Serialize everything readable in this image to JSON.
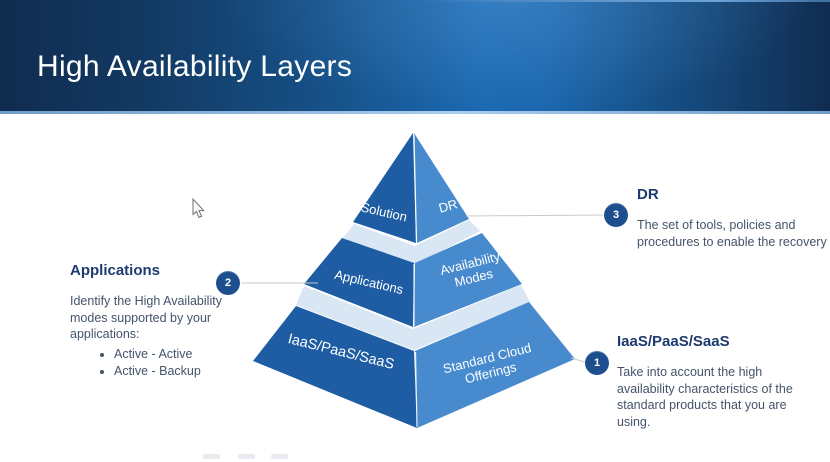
{
  "header": {
    "title": "High Availability Layers"
  },
  "pyramid": {
    "layers": [
      {
        "left_label": "Solution",
        "right_label": "DR"
      },
      {
        "left_label": "Applications",
        "right_label": "Availability Modes"
      },
      {
        "left_label": "IaaS/PaaS/SaaS",
        "right_label": "Standard Cloud Offerings"
      }
    ],
    "left_face_color": "#1e5da3",
    "right_face_color": "#478bce",
    "gap_color": "#d9e6f4",
    "label_color": "#ffffff"
  },
  "callouts": [
    {
      "number": "3",
      "title": "DR",
      "body": "The set of tools, policies and procedures to enable the recovery"
    },
    {
      "number": "2",
      "title": "Applications",
      "body": "Identify the High Availability modes supported by your applications:",
      "bullets": [
        "Active - Active",
        "Active - Backup"
      ]
    },
    {
      "number": "1",
      "title": "IaaS/PaaS/SaaS",
      "body": "Take into account the high availability characteristics of the standard products that you are using."
    }
  ],
  "colors": {
    "badge": "#1d4f8e",
    "heading_text": "#1e3a6e",
    "body_text": "#44546a",
    "connector_line": "#c6cad1",
    "banner_dark": "#102c4f",
    "banner_bright": "#1c69b1"
  },
  "icons": {
    "cursor": "arrow-pointer"
  }
}
